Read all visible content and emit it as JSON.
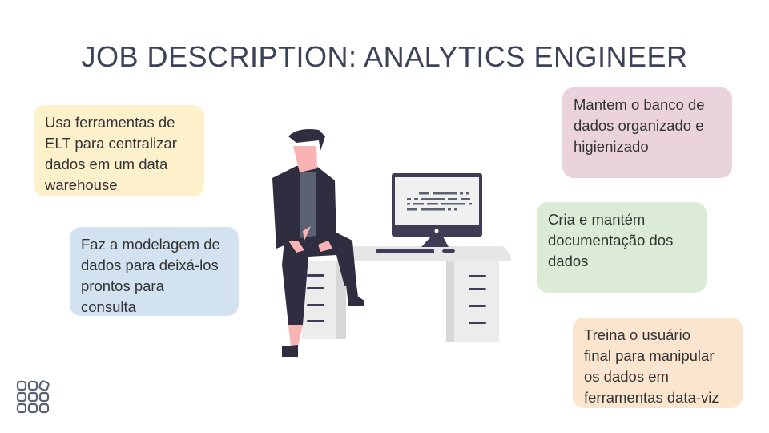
{
  "title": "JOB DESCRIPTION: ANALYTICS ENGINEER",
  "cards": [
    {
      "lines": [
        "Usa ferramentas de",
        "ELT para centralizar",
        "dados em um data",
        "warehouse"
      ],
      "color": "#fdf1cc"
    },
    {
      "lines": [
        "Faz a modelagem de",
        "dados para deixá-los",
        "prontos para",
        "consulta"
      ],
      "color": "#d2e2f1"
    },
    {
      "lines": [
        "Mantem o banco de",
        "dados organizado e",
        "higienizado"
      ],
      "color": "#ead3dd"
    },
    {
      "lines": [
        "Cria e mantém",
        "documentação dos",
        "dados"
      ],
      "color": "#dbebd5"
    },
    {
      "lines": [
        "Treina o usuário",
        "final para manipular",
        "os dados em",
        "ferramentas data-viz"
      ],
      "color": "#fce5cf"
    }
  ],
  "icons": {
    "logo": "grid-app-icon",
    "illustration": "person-at-desk-illustration"
  }
}
